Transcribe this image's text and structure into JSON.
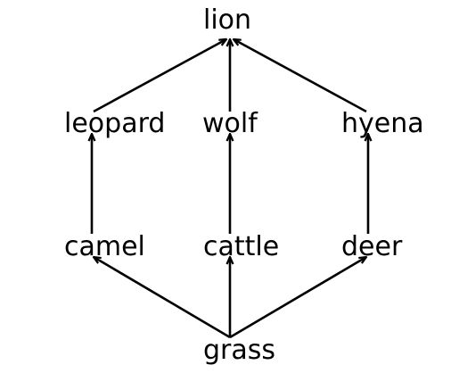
{
  "nodes": {
    "lion": "lion",
    "leopard": "leopard",
    "wolf": "wolf",
    "hyena": "hyena",
    "camel": "camel",
    "cattle": "cattle",
    "deer": "deer",
    "grass": "grass"
  },
  "edges": [
    {
      "from": "grass",
      "to": "camel"
    },
    {
      "from": "grass",
      "to": "cattle"
    },
    {
      "from": "grass",
      "to": "deer"
    },
    {
      "from": "camel",
      "to": "leopard"
    },
    {
      "from": "cattle",
      "to": "wolf"
    },
    {
      "from": "deer",
      "to": "hyena"
    },
    {
      "from": "leopard",
      "to": "lion"
    },
    {
      "from": "wolf",
      "to": "lion"
    },
    {
      "from": "hyena",
      "to": "lion"
    }
  ],
  "colors": {
    "line": "#000000",
    "text": "#000000",
    "background": "#ffffff"
  }
}
